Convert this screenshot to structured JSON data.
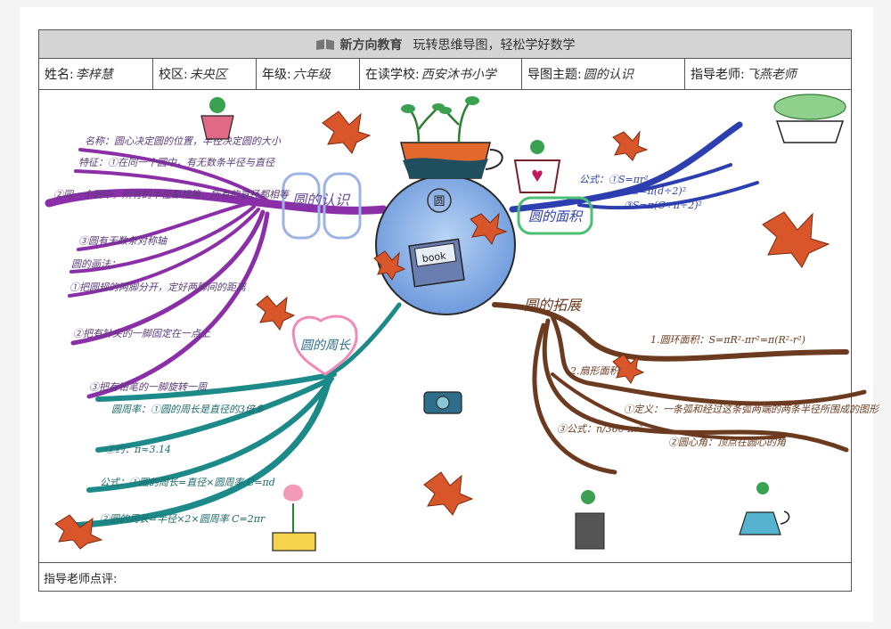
{
  "header": {
    "brand": "新方向教育",
    "slogan": "玩转思维导图，轻松学好数学"
  },
  "info": {
    "name_label": "姓名:",
    "name_value": "李梓慧",
    "campus_label": "校区:",
    "campus_value": "未央区",
    "grade_label": "年级:",
    "grade_value": "六年级",
    "school_label": "在读学校:",
    "school_value": "西安沐书小学",
    "topic_label": "导图主题:",
    "topic_value": "圆的认识",
    "teacher_label": "指导老师:",
    "teacher_value": "飞燕老师"
  },
  "center": {
    "symbol": "圆",
    "book": "book"
  },
  "branches": {
    "knowledge": {
      "title": "圆的认识",
      "items": [
        "名称：圆心决定圆的位置，半径决定圆的大小",
        "特征：①在同一个圆中，有无数条半径与直径",
        "②同一个圆中，所有的半径都相等，所有的直径都相等",
        "③圆有无数条对称轴",
        "圆的画法：",
        "①把圆规的两脚分开，定好两脚间的距离",
        "②把有针尖的一脚固定在一点上",
        "③把有铅笔的一脚旋转一周"
      ]
    },
    "area": {
      "title": "圆的面积",
      "items": [
        "公式：①S=πr²",
        "②S=π(d÷2)²",
        "③S=π(C÷π÷2)²"
      ]
    },
    "circumference": {
      "title": "圆的周长",
      "items": [
        "圆周率：①圆的周长是直径的3倍多",
        "②约：π≈3.14",
        "公式：①圆的周长=直径×圆周率 C=πd",
        "②圆的周长=半径×2×圆周率 C=2πr"
      ]
    },
    "extension": {
      "title": "圆的拓展",
      "items": [
        "1.圆环面积：S=πR²-πr²=π(R²-r²)",
        "2.扇形面积",
        "①定义：一条弧和经过这条弧两端的两条半径所围成的图形",
        "②圆心角：顶点在圆心的角",
        "③公式：n/360 πr²"
      ]
    }
  },
  "footer": {
    "comment_label": "指导老师点评:"
  },
  "colors": {
    "purple": "#8b2fa8",
    "blue": "#2d3fb0",
    "teal": "#1d8a8a",
    "brown": "#6b3a1f",
    "circle": "#8fb6e8",
    "leaf": "#d9552a"
  }
}
